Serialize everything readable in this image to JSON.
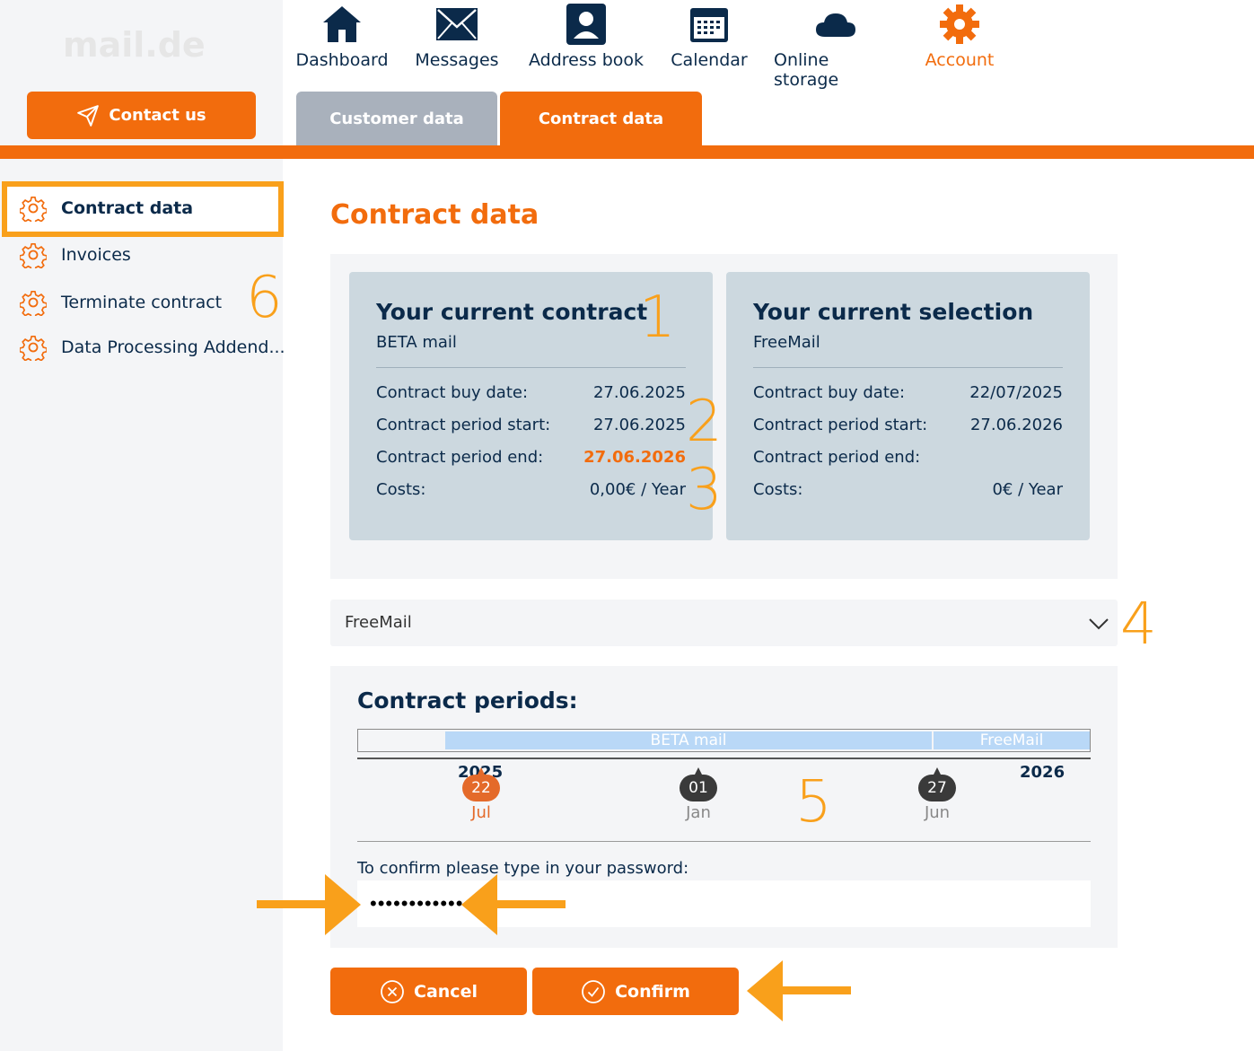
{
  "brand": {
    "logo_text": "mail.de",
    "accent": "#f26c0d",
    "highlight": "#f9a01b"
  },
  "contact_button": {
    "label": "Contact us",
    "icon": "send-icon"
  },
  "nav": {
    "items": [
      {
        "label": "Dashboard",
        "icon": "home-icon"
      },
      {
        "label": "Messages",
        "icon": "envelope-icon"
      },
      {
        "label": "Address book",
        "icon": "contact-card-icon"
      },
      {
        "label": "Calendar",
        "icon": "calendar-icon"
      },
      {
        "label": "Online storage",
        "icon": "cloud-icon"
      },
      {
        "label": "Account",
        "icon": "gear-icon",
        "active": true
      }
    ]
  },
  "tabs": [
    {
      "label": "Customer data"
    },
    {
      "label": "Contract data",
      "active": true
    }
  ],
  "sidebar": {
    "items": [
      {
        "label": "Contract data",
        "active": true
      },
      {
        "label": "Invoices"
      },
      {
        "label": "Terminate contract"
      },
      {
        "label": "Data Processing Addend..."
      }
    ]
  },
  "main": {
    "title": "Contract data",
    "current_contract": {
      "heading": "Your current contract",
      "plan": "BETA mail",
      "rows": [
        {
          "label": "Contract buy date:",
          "value": "27.06.2025"
        },
        {
          "label": "Contract period start:",
          "value": "27.06.2025"
        },
        {
          "label": "Contract period end:",
          "value": "27.06.2026"
        },
        {
          "label": "Costs:",
          "value": "0,00€ / Year"
        }
      ]
    },
    "current_selection": {
      "heading": "Your current selection",
      "plan": "FreeMail",
      "rows": [
        {
          "label": "Contract buy date:",
          "value": "22/07/2025"
        },
        {
          "label": "Contract period start:",
          "value": "27.06.2026"
        },
        {
          "label": "Contract period end:",
          "value": ""
        },
        {
          "label": "Costs:",
          "value": "0€ / Year"
        }
      ]
    },
    "plan_select": {
      "selected": "FreeMail"
    },
    "periods": {
      "heading": "Contract periods:",
      "segments": [
        {
          "label": "BETA mail"
        },
        {
          "label": "FreeMail"
        }
      ],
      "years": [
        "2025",
        "2026"
      ],
      "markers": [
        {
          "day": "22",
          "month": "Jul",
          "current": true
        },
        {
          "day": "01",
          "month": "Jan"
        },
        {
          "day": "27",
          "month": "Jun"
        }
      ]
    },
    "password": {
      "label": "To confirm please type in your password:",
      "value": "••••••••••••"
    },
    "buttons": {
      "cancel": "Cancel",
      "confirm": "Confirm"
    }
  },
  "annotations": [
    "1",
    "2",
    "3",
    "4",
    "5",
    "6"
  ]
}
